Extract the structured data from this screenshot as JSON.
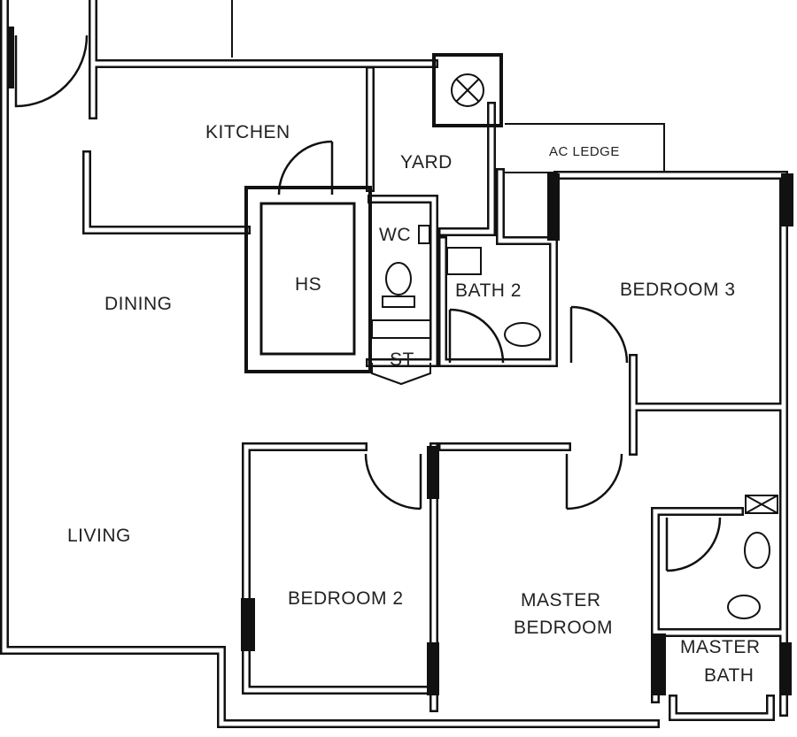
{
  "plan": {
    "rooms": {
      "kitchen": "KITCHEN",
      "yard": "YARD",
      "ac_ledge": "AC LEDGE",
      "wc": "WC",
      "hs": "HS",
      "dining": "DINING",
      "bath2": "BATH 2",
      "bedroom3": "BEDROOM 3",
      "st": "ST",
      "living": "LIVING",
      "bedroom2": "BEDROOM 2",
      "master_bedroom_1": "MASTER",
      "master_bedroom_2": "BEDROOM",
      "master_bath_1": "MASTER",
      "master_bath_2": "BATH"
    }
  }
}
